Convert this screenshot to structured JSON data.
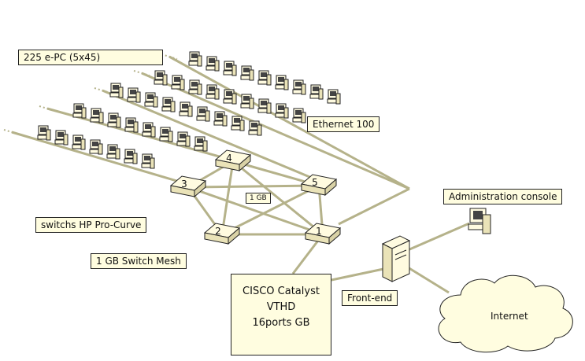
{
  "labels": {
    "epc": "225 e-PC (5x45)",
    "ethernet": "Ethernet 100",
    "switches": "switchs HP Pro-Curve",
    "mesh": "1 GB Switch Mesh",
    "gb": "1 GB",
    "admin": "Administration console",
    "frontend": "Front-end",
    "internet": "Internet"
  },
  "cisco": {
    "line1": "CISCO Catalyst",
    "line2": "VTHD",
    "line3": "16ports GB"
  },
  "switch_ids": [
    "1",
    "2",
    "3",
    "4",
    "5"
  ],
  "pc_rows": [
    {
      "pcs": 7
    },
    {
      "pcs": 8
    },
    {
      "pcs": 9
    },
    {
      "pcs": 9
    },
    {
      "pcs": 9
    }
  ],
  "colors": {
    "link": "#b5b28a",
    "label_bg": "#fffde0",
    "switch_face": "#fffbe0"
  }
}
